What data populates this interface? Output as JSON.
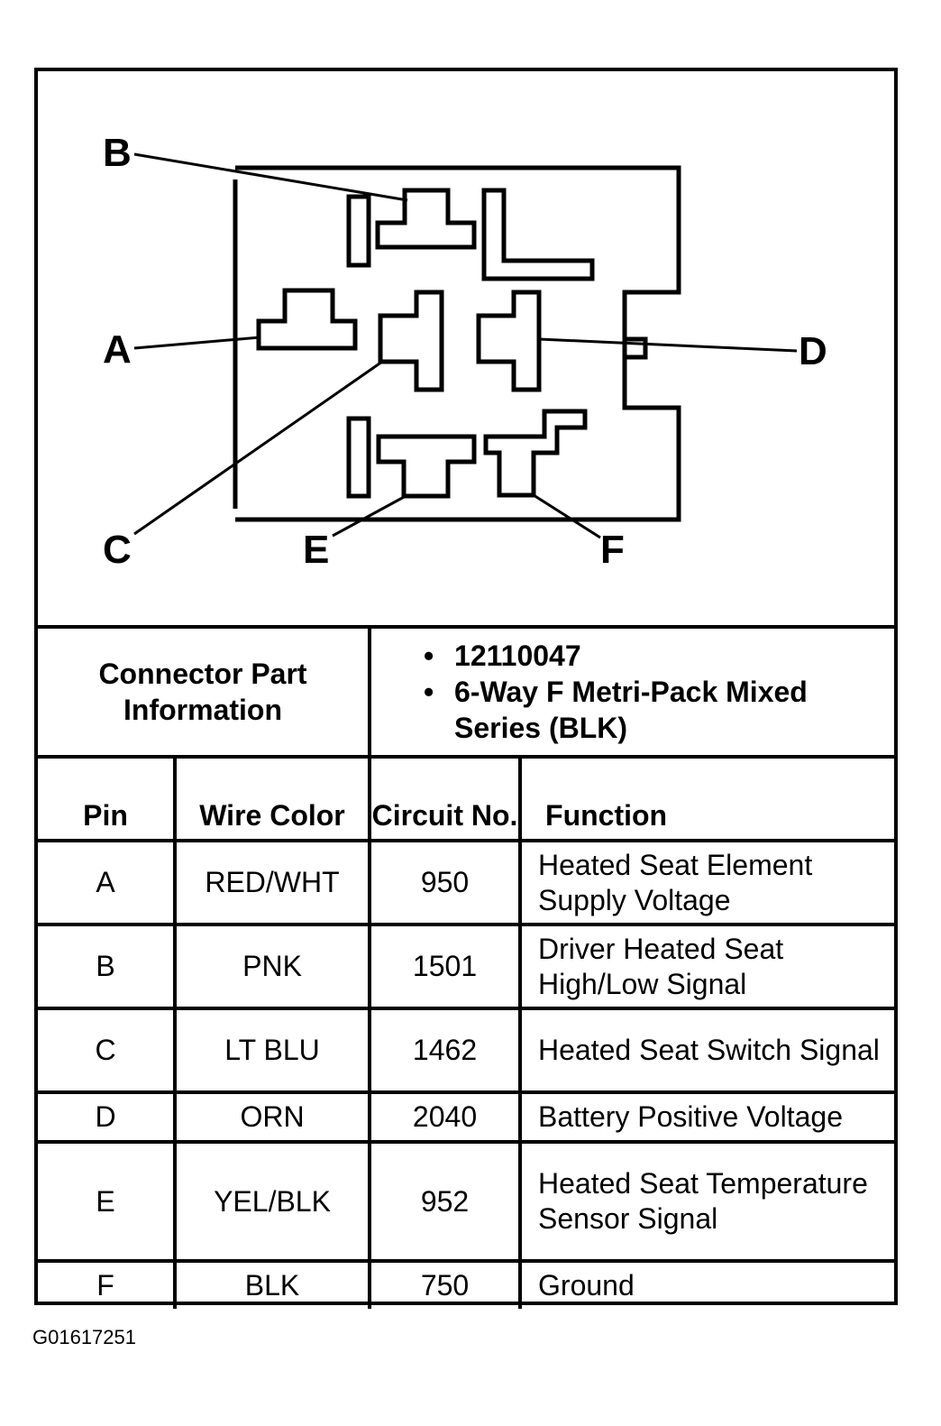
{
  "figure_id": "G01617251",
  "connector": {
    "pin_labels": {
      "A": "A",
      "B": "B",
      "C": "C",
      "D": "D",
      "E": "E",
      "F": "F"
    },
    "part_info_label": "Connector Part Information",
    "part_info": [
      "12110047",
      "6-Way F Metri-Pack Mixed Series (BLK)"
    ]
  },
  "table": {
    "headers": {
      "pin": "Pin",
      "wire_color": "Wire Color",
      "circuit": "Circuit No.",
      "function": "Function"
    },
    "rows": [
      {
        "pin": "A",
        "wire_color": "RED/WHT",
        "circuit": "950",
        "function": "Heated Seat Element Supply Voltage"
      },
      {
        "pin": "B",
        "wire_color": "PNK",
        "circuit": "1501",
        "function": "Driver Heated Seat High/Low Signal"
      },
      {
        "pin": "C",
        "wire_color": "LT BLU",
        "circuit": "1462",
        "function": "Heated Seat Switch Signal"
      },
      {
        "pin": "D",
        "wire_color": "ORN",
        "circuit": "2040",
        "function": "Battery Positive Voltage"
      },
      {
        "pin": "E",
        "wire_color": "YEL/BLK",
        "circuit": "952",
        "function": "Heated Seat Temperature Sensor Signal"
      },
      {
        "pin": "F",
        "wire_color": "BLK",
        "circuit": "750",
        "function": "Ground"
      }
    ]
  }
}
